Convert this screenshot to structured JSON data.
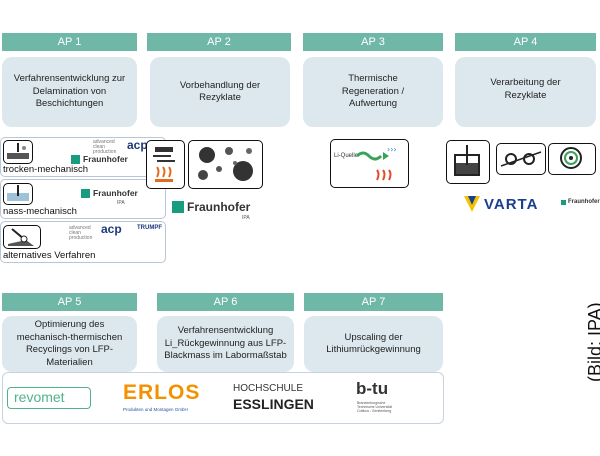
{
  "colors": {
    "header_bg": "#6fb8a8",
    "box_bg": "#dde8ee",
    "fraunhofer": "#179c7d",
    "erlos_orange": "#f39200",
    "erlos_blue": "#2453a6",
    "varta_blue": "#1b3f8f",
    "varta_yellow": "#f4c400"
  },
  "ap": [
    {
      "header": "AP 1",
      "text": "Verfahrensentwicklung zur Delamination von Beschichtungen"
    },
    {
      "header": "AP 2",
      "text": "Vorbehandlung der Rezyklate"
    },
    {
      "header": "AP 3",
      "text": "Thermische Regeneration / Aufwertung"
    },
    {
      "header": "AP 4",
      "text": "Verarbeitung der Rezyklate"
    },
    {
      "header": "AP 5",
      "text": "Optimierung des mechanisch-thermischen Recyclings von LFP-Materialien"
    },
    {
      "header": "AP 6",
      "text": "Verfahrensentwicklung Li_Rückgewinnung aus LFP-Blackmass im Labormaßstab"
    },
    {
      "header": "AP 7",
      "text": "Upscaling der Lithiumrückgewinnung"
    }
  ],
  "methods": [
    {
      "label": "trocken-mechanisch"
    },
    {
      "label": "nass-mechanisch"
    },
    {
      "label": "alternatives Verfahren"
    }
  ],
  "logos": {
    "acp": "acp",
    "acp_small": "advanced clean production",
    "fraunhofer": "Fraunhofer",
    "fraunhofer_sub": "IPA",
    "trumpf": "TRUMPF",
    "li_quelle": "Li-Quelle",
    "varta": "VARTA",
    "revomet": "revomet",
    "erlos": "ERLOS",
    "erlos_sub": "Produkten und Montagen GmbH",
    "hochschule": "HOCHSCHULE",
    "esslingen": "ESSLINGEN",
    "btu": "b-tu",
    "btu_sub": "Brandenburgische Technische Universität Cottbus - Senftenberg"
  },
  "caption": "(Bild: IPA)"
}
